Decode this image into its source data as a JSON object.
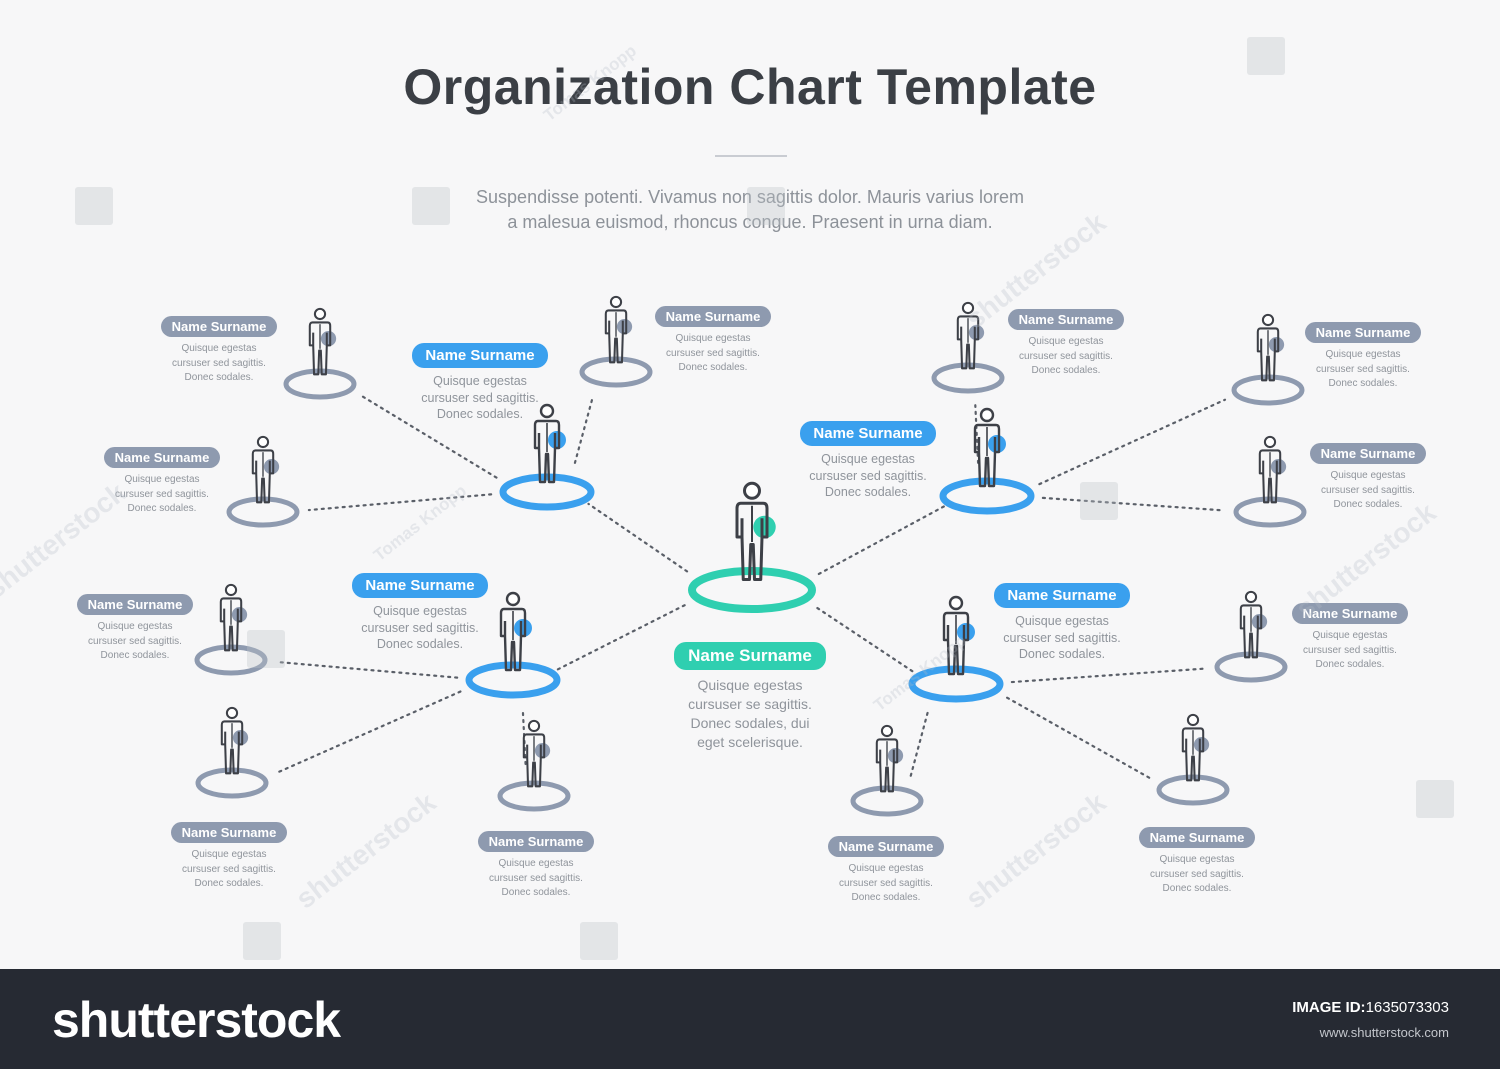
{
  "title": "Organization Chart Template",
  "subtitle": [
    "Suspendisse potenti. Vivamus non sagittis dolor. Mauris varius lorem",
    "a malesua euismod, rhoncus congue. Praesent in urna diam."
  ],
  "colors": {
    "teal": "#2fcfb0",
    "blue": "#3aa0ee",
    "gray": "#8e9aaf",
    "figure": "#3d4047",
    "dots": "#5a5f68"
  },
  "nodes": [
    {
      "id": "center",
      "level": "root",
      "icon": "person-icon",
      "name": "Name Surname",
      "desc": [
        "Quisque egestas",
        "cursuser se sagittis.",
        "Donec sodales, dui",
        "eget scelerisque."
      ]
    },
    {
      "id": "tl-mgr",
      "level": "manager",
      "icon": "person-icon",
      "name": "Name Surname",
      "desc": [
        "Quisque egestas",
        "cursuser sed sagittis.",
        "Donec sodales."
      ]
    },
    {
      "id": "tr-mgr",
      "level": "manager",
      "icon": "person-icon",
      "name": "Name Surname",
      "desc": [
        "Quisque egestas",
        "cursuser sed sagittis.",
        "Donec sodales."
      ]
    },
    {
      "id": "bl-mgr",
      "level": "manager",
      "icon": "person-icon",
      "name": "Name Surname",
      "desc": [
        "Quisque egestas",
        "cursuser sed sagittis.",
        "Donec sodales."
      ]
    },
    {
      "id": "br-mgr",
      "level": "manager",
      "icon": "person-icon",
      "name": "Name Surname",
      "desc": [
        "Quisque egestas",
        "cursuser sed sagittis.",
        "Donec sodales."
      ]
    },
    {
      "id": "tl-1",
      "level": "member",
      "icon": "person-icon",
      "name": "Name Surname",
      "desc": [
        "Quisque egestas",
        "cursuser sed sagittis.",
        "Donec sodales."
      ]
    },
    {
      "id": "tl-2",
      "level": "member",
      "icon": "person-icon",
      "name": "Name Surname",
      "desc": [
        "Quisque egestas",
        "cursuser sed sagittis.",
        "Donec sodales."
      ]
    },
    {
      "id": "tl-3",
      "level": "member",
      "icon": "person-icon",
      "name": "Name Surname",
      "desc": [
        "Quisque egestas",
        "cursuser sed sagittis.",
        "Donec sodales."
      ]
    },
    {
      "id": "tr-1",
      "level": "member",
      "icon": "person-icon",
      "name": "Name Surname",
      "desc": [
        "Quisque egestas",
        "cursuser sed sagittis.",
        "Donec sodales."
      ]
    },
    {
      "id": "tr-2",
      "level": "member",
      "icon": "person-icon",
      "name": "Name Surname",
      "desc": [
        "Quisque egestas",
        "cursuser sed sagittis.",
        "Donec sodales."
      ]
    },
    {
      "id": "tr-3",
      "level": "member",
      "icon": "person-icon",
      "name": "Name Surname",
      "desc": [
        "Quisque egestas",
        "cursuser sed sagittis.",
        "Donec sodales."
      ]
    },
    {
      "id": "bl-1",
      "level": "member",
      "icon": "person-icon",
      "name": "Name Surname",
      "desc": [
        "Quisque egestas",
        "cursuser sed sagittis.",
        "Donec sodales."
      ]
    },
    {
      "id": "bl-2",
      "level": "member",
      "icon": "person-icon",
      "name": "Name Surname",
      "desc": [
        "Quisque egestas",
        "cursuser sed sagittis.",
        "Donec sodales."
      ]
    },
    {
      "id": "bl-3",
      "level": "member",
      "icon": "person-icon",
      "name": "Name Surname",
      "desc": [
        "Quisque egestas",
        "cursuser sed sagittis.",
        "Donec sodales."
      ]
    },
    {
      "id": "br-1",
      "level": "member",
      "icon": "person-icon",
      "name": "Name Surname",
      "desc": [
        "Quisque egestas",
        "cursuser sed sagittis.",
        "Donec sodales."
      ]
    },
    {
      "id": "br-2",
      "level": "member",
      "icon": "person-icon",
      "name": "Name Surname",
      "desc": [
        "Quisque egestas",
        "cursuser sed sagittis.",
        "Donec sodales."
      ]
    },
    {
      "id": "br-3",
      "level": "member",
      "icon": "person-icon",
      "name": "Name Surname",
      "desc": [
        "Quisque egestas",
        "cursuser sed sagittis.",
        "Donec sodales."
      ]
    }
  ],
  "edges": [
    [
      "center",
      "tl-mgr"
    ],
    [
      "center",
      "tr-mgr"
    ],
    [
      "center",
      "bl-mgr"
    ],
    [
      "center",
      "br-mgr"
    ],
    [
      "tl-mgr",
      "tl-1"
    ],
    [
      "tl-mgr",
      "tl-2"
    ],
    [
      "tl-mgr",
      "tl-3"
    ],
    [
      "tr-mgr",
      "tr-1"
    ],
    [
      "tr-mgr",
      "tr-2"
    ],
    [
      "tr-mgr",
      "tr-3"
    ],
    [
      "bl-mgr",
      "bl-1"
    ],
    [
      "bl-mgr",
      "bl-2"
    ],
    [
      "bl-mgr",
      "bl-3"
    ],
    [
      "br-mgr",
      "br-1"
    ],
    [
      "br-mgr",
      "br-2"
    ],
    [
      "br-mgr",
      "br-3"
    ]
  ],
  "watermark": {
    "text": "shutterstock",
    "author": "Tomas Knopp"
  },
  "footer": {
    "logo": "shutterstock",
    "image_id_key": "IMAGE ID:",
    "image_id_value": "1635073303",
    "site": "www.shutterstock.com"
  }
}
